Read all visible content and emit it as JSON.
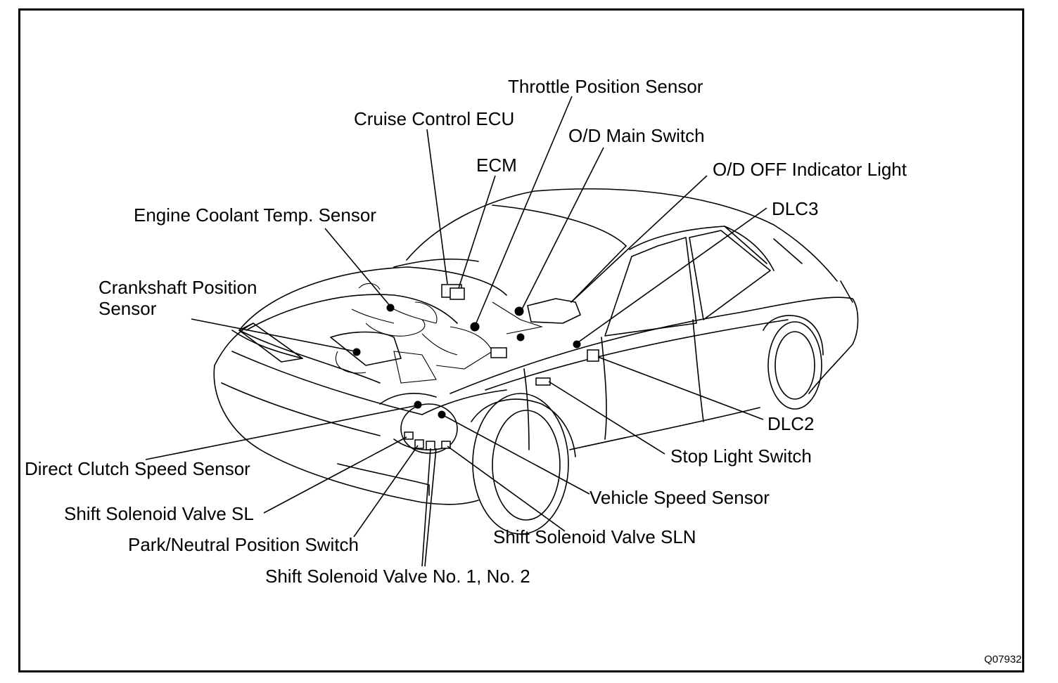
{
  "figure_code": "Q07932",
  "labels": {
    "throttle_position_sensor": "Throttle Position Sensor",
    "cruise_control_ecu": "Cruise Control ECU",
    "od_main_switch": "O/D Main Switch",
    "ecm": "ECM",
    "od_off_indicator_light": "O/D OFF Indicator Light",
    "dlc3": "DLC3",
    "engine_coolant_temp_sensor": "Engine Coolant Temp. Sensor",
    "crankshaft_position_sensor_line1": "Crankshaft Position",
    "crankshaft_position_sensor_line2": "Sensor",
    "dlc2": "DLC2",
    "stop_light_switch": "Stop Light Switch",
    "direct_clutch_speed_sensor": "Direct Clutch Speed Sensor",
    "vehicle_speed_sensor": "Vehicle Speed Sensor",
    "shift_solenoid_valve_sl": "Shift Solenoid Valve SL",
    "shift_solenoid_valve_sln": "Shift Solenoid Valve SLN",
    "park_neutral_position_switch": "Park/Neutral Position Switch",
    "shift_solenoid_valve_no1_no2": "Shift Solenoid Valve No. 1, No. 2"
  }
}
